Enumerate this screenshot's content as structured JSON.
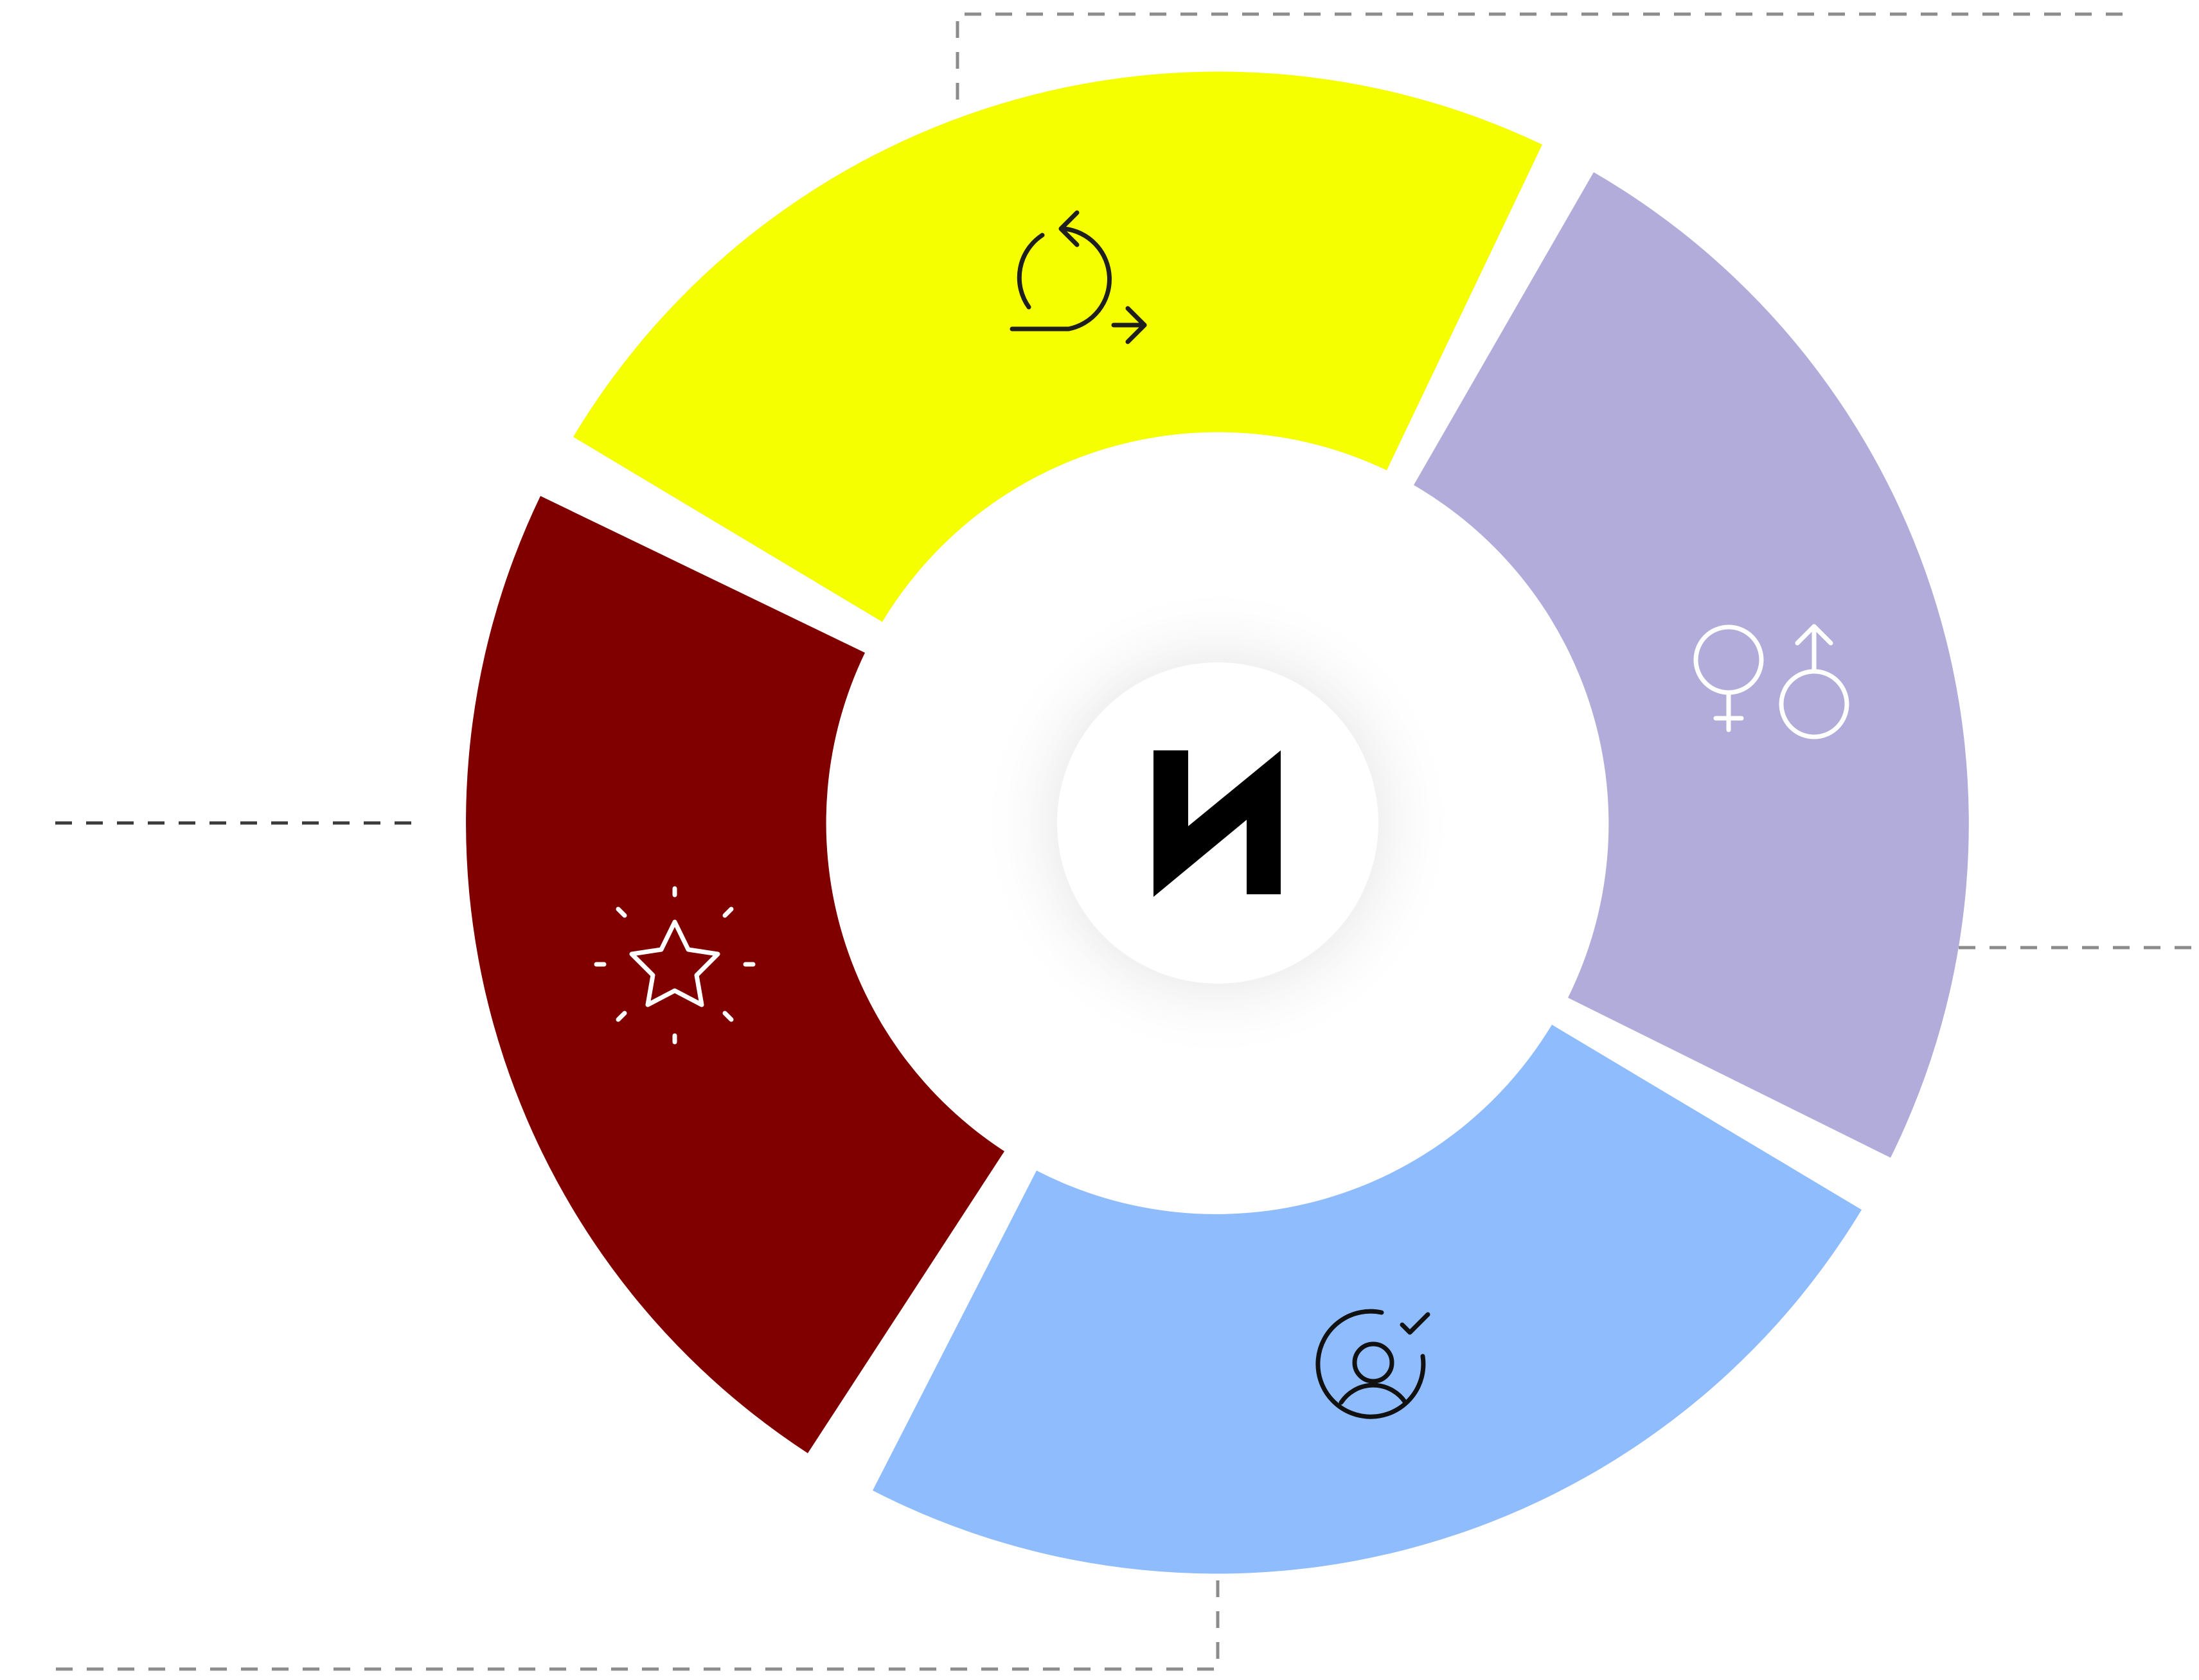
{
  "colors": {
    "background": "#ffffff",
    "connector_gray": "#8c8c8c",
    "connector_dark": "#3a3a3a",
    "center_circle": "#ffffff",
    "center_shadow": "#d8d8d8",
    "logo": "#000000"
  },
  "center": {
    "logo_icon": "n-logo-icon"
  },
  "segments": [
    {
      "id": "cycle",
      "color": "#f5ff00",
      "icon": "cycle-arrows-icon",
      "icon_color": "#1e1e1e"
    },
    {
      "id": "gender",
      "color": "#b2acda",
      "icon": "gender-symbols-icon",
      "icon_color": "#ffffff"
    },
    {
      "id": "user-check",
      "color": "#8fbcfd",
      "icon": "user-check-icon",
      "icon_color": "#111111"
    },
    {
      "id": "star",
      "color": "#800000",
      "icon": "sparkle-star-icon",
      "icon_color": "#ffffff"
    }
  ]
}
